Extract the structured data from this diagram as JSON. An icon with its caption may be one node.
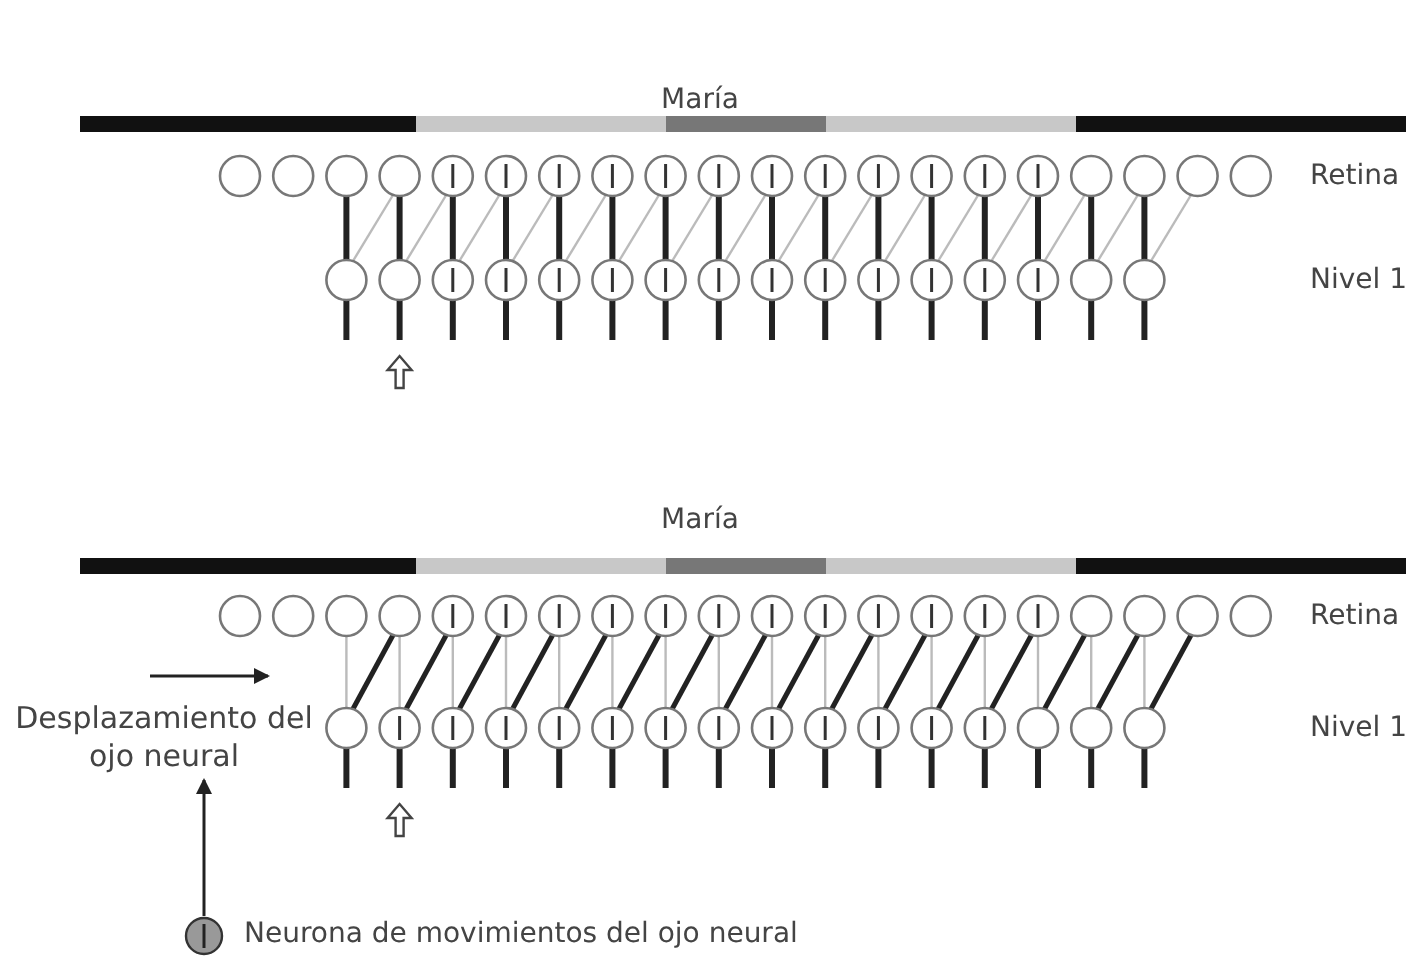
{
  "diagram": {
    "nodes": [
      {
        "text": [
          "Desplazamiento del ojo neural"
        ]
      },
      {
        "text": [],
        "shape": "circle",
        "beside": [
          "Neurona de movimientos del ojo neural"
        ]
      }
    ],
    "edges": [
      {
        "from": 1,
        "to": 0,
        "arrow": "to"
      }
    ],
    "labels": [
      "María",
      "Retina",
      "Nivel 1",
      "María",
      "Retina",
      "Nivel 1"
    ]
  }
}
